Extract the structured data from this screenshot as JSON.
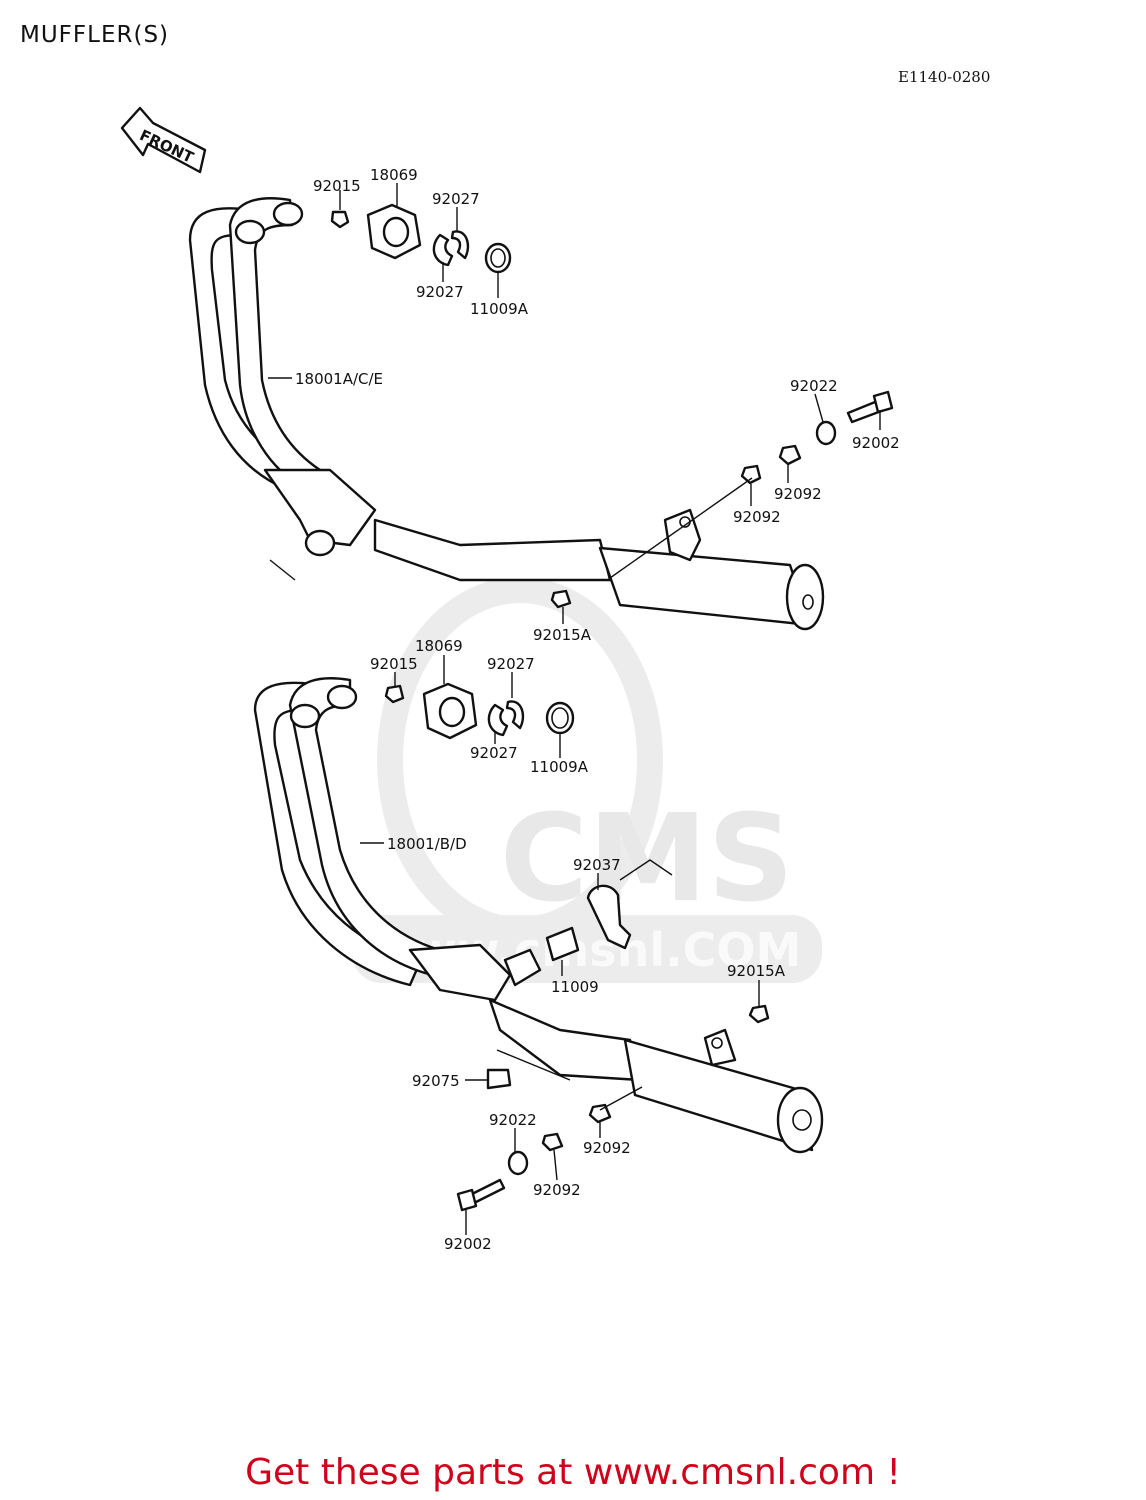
{
  "page": {
    "title": "MUFFLER(S)",
    "diagram_code": "E1140-0280",
    "front_label": "FRONT"
  },
  "watermark": {
    "brand": "CMS",
    "site": "www.cmsnl.COM"
  },
  "parts": [
    {
      "id": "92015",
      "label": "92015"
    },
    {
      "id": "18069",
      "label": "18069"
    },
    {
      "id": "92027",
      "label": "92027"
    },
    {
      "id": "11009A",
      "label": "11009A"
    },
    {
      "id": "18001A/C/E",
      "label": "18001A/C/E"
    },
    {
      "id": "92022",
      "label": "92022"
    },
    {
      "id": "92002",
      "label": "92002"
    },
    {
      "id": "92092",
      "label": "92092"
    },
    {
      "id": "92015A",
      "label": "92015A"
    },
    {
      "id": "18001/B/D",
      "label": "18001/B/D"
    },
    {
      "id": "92037",
      "label": "92037"
    },
    {
      "id": "11009",
      "label": "11009"
    },
    {
      "id": "92075",
      "label": "92075"
    }
  ],
  "footer": {
    "text": "Get these parts at www.cmsnl.com !",
    "color": "#d0021b"
  }
}
